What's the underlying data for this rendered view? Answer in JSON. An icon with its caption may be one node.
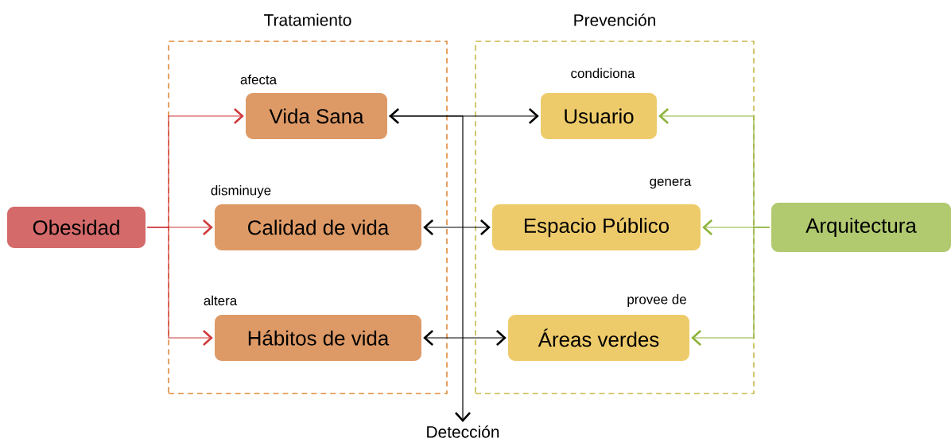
{
  "diagram": {
    "nodes": [
      {
        "text": [
          "Tratamiento"
        ]
      },
      {
        "text": [
          "Prevención"
        ]
      },
      {
        "text": [
          "Obesidad"
        ]
      },
      {
        "text": [
          "Vida Sana"
        ],
        "in": 0,
        "beside": [
          "afecta"
        ]
      },
      {
        "text": [
          "Calidad de vida"
        ],
        "in": 0,
        "beside": [
          "disminuye"
        ]
      },
      {
        "text": [
          "Hábitos de vida"
        ],
        "in": 0,
        "beside": [
          "altera"
        ]
      },
      {
        "text": [
          "Usuario"
        ],
        "in": 1,
        "beside": [
          "condiciona"
        ]
      },
      {
        "text": [
          "Espacio Público"
        ],
        "in": 1,
        "beside": [
          "genera"
        ]
      },
      {
        "text": [
          "Áreas verdes"
        ],
        "in": 1,
        "beside": [
          "provee de"
        ]
      },
      {
        "text": [
          "Arquitectura"
        ]
      },
      {
        "text": [
          "Detección"
        ]
      }
    ],
    "edges": [
      {
        "from": 2,
        "to": 3,
        "arrow": "to",
        "color": "#d0393a"
      },
      {
        "from": 2,
        "to": 4,
        "arrow": "to",
        "color": "#d0393a"
      },
      {
        "from": 2,
        "to": 5,
        "arrow": "to",
        "color": "#d0393a"
      },
      {
        "from": 3,
        "to": 6,
        "arrow": "both"
      },
      {
        "from": 4,
        "to": 7,
        "arrow": "both"
      },
      {
        "from": 5,
        "to": 8,
        "arrow": "both"
      },
      {
        "from": 9,
        "to": 6,
        "arrow": "to",
        "color": "#8db33a"
      },
      {
        "from": 9,
        "to": 7,
        "arrow": "to",
        "color": "#8db33a"
      },
      {
        "from": 9,
        "to": 8,
        "arrow": "to",
        "color": "#8db33a"
      },
      {
        "from": 3,
        "to": 10,
        "arrow": "to"
      }
    ]
  }
}
